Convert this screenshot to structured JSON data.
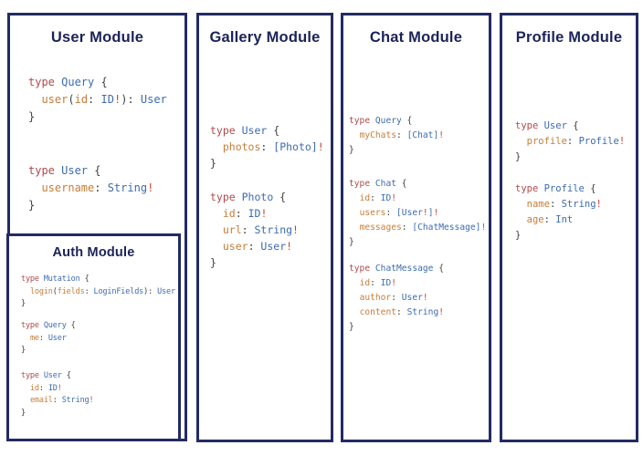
{
  "colors": {
    "border_navy": "#232b63",
    "title_navy": "#1b2358",
    "keyword_red": "#b04a4e",
    "type_blue": "#3c6bb0",
    "field_orange": "#c67d39",
    "bang_red": "#c94434",
    "punct_gray": "#3f3f3f",
    "background": "#ffffff"
  },
  "panels": [
    {
      "title": "User Module",
      "blocks": [
        [
          [
            [
              "k",
              "type "
            ],
            [
              "t",
              "Query "
            ],
            [
              "p",
              "{"
            ]
          ],
          [
            [
              "p",
              "  "
            ],
            [
              "f",
              "user"
            ],
            [
              "p",
              "("
            ],
            [
              "f",
              "id"
            ],
            [
              "p",
              ": "
            ],
            [
              "t",
              "ID"
            ],
            [
              "b",
              "!"
            ],
            [
              "p",
              "): "
            ],
            [
              "t",
              "User"
            ]
          ],
          [
            [
              "p",
              "}"
            ]
          ]
        ],
        [
          [
            [
              "k",
              "type "
            ],
            [
              "t",
              "User "
            ],
            [
              "p",
              "{"
            ]
          ],
          [
            [
              "p",
              "  "
            ],
            [
              "f",
              "username"
            ],
            [
              "p",
              ": "
            ],
            [
              "t",
              "String"
            ],
            [
              "b",
              "!"
            ]
          ],
          [
            [
              "p",
              "}"
            ]
          ]
        ]
      ]
    },
    {
      "title": "Gallery Module",
      "blocks": [
        [
          [
            [
              "k",
              "type "
            ],
            [
              "t",
              "User "
            ],
            [
              "p",
              "{"
            ]
          ],
          [
            [
              "p",
              "  "
            ],
            [
              "f",
              "photos"
            ],
            [
              "p",
              ": "
            ],
            [
              "t",
              "[Photo]"
            ],
            [
              "b",
              "!"
            ]
          ],
          [
            [
              "p",
              "}"
            ]
          ]
        ],
        [
          [
            [
              "k",
              "type "
            ],
            [
              "t",
              "Photo "
            ],
            [
              "p",
              "{"
            ]
          ],
          [
            [
              "p",
              "  "
            ],
            [
              "f",
              "id"
            ],
            [
              "p",
              ": "
            ],
            [
              "t",
              "ID"
            ],
            [
              "b",
              "!"
            ]
          ],
          [
            [
              "p",
              "  "
            ],
            [
              "f",
              "url"
            ],
            [
              "p",
              ": "
            ],
            [
              "t",
              "String"
            ],
            [
              "b",
              "!"
            ]
          ],
          [
            [
              "p",
              "  "
            ],
            [
              "f",
              "user"
            ],
            [
              "p",
              ": "
            ],
            [
              "t",
              "User"
            ],
            [
              "b",
              "!"
            ]
          ],
          [
            [
              "p",
              "}"
            ]
          ]
        ]
      ]
    },
    {
      "title": "Chat Module",
      "blocks": [
        [
          [
            [
              "k",
              "type "
            ],
            [
              "t",
              "Query "
            ],
            [
              "p",
              "{"
            ]
          ],
          [
            [
              "p",
              "  "
            ],
            [
              "f",
              "myChats"
            ],
            [
              "p",
              ": "
            ],
            [
              "t",
              "[Chat]"
            ],
            [
              "b",
              "!"
            ]
          ],
          [
            [
              "p",
              "}"
            ]
          ]
        ],
        [
          [
            [
              "k",
              "type "
            ],
            [
              "t",
              "Chat "
            ],
            [
              "p",
              "{"
            ]
          ],
          [
            [
              "p",
              "  "
            ],
            [
              "f",
              "id"
            ],
            [
              "p",
              ": "
            ],
            [
              "t",
              "ID"
            ],
            [
              "b",
              "!"
            ]
          ],
          [
            [
              "p",
              "  "
            ],
            [
              "f",
              "users"
            ],
            [
              "p",
              ": "
            ],
            [
              "t",
              "[User"
            ],
            [
              "b",
              "!"
            ],
            [
              "t",
              "]"
            ],
            [
              "b",
              "!"
            ]
          ],
          [
            [
              "p",
              "  "
            ],
            [
              "f",
              "messages"
            ],
            [
              "p",
              ": "
            ],
            [
              "t",
              "[ChatMessage]"
            ],
            [
              "b",
              "!"
            ]
          ],
          [
            [
              "p",
              "}"
            ]
          ]
        ],
        [
          [
            [
              "k",
              "type "
            ],
            [
              "t",
              "ChatMessage "
            ],
            [
              "p",
              "{"
            ]
          ],
          [
            [
              "p",
              "  "
            ],
            [
              "f",
              "id"
            ],
            [
              "p",
              ": "
            ],
            [
              "t",
              "ID"
            ],
            [
              "b",
              "!"
            ]
          ],
          [
            [
              "p",
              "  "
            ],
            [
              "f",
              "author"
            ],
            [
              "p",
              ": "
            ],
            [
              "t",
              "User"
            ],
            [
              "b",
              "!"
            ]
          ],
          [
            [
              "p",
              "  "
            ],
            [
              "f",
              "content"
            ],
            [
              "p",
              ": "
            ],
            [
              "t",
              "String"
            ],
            [
              "b",
              "!"
            ]
          ],
          [
            [
              "p",
              "}"
            ]
          ]
        ]
      ]
    },
    {
      "title": "Profile Module",
      "blocks": [
        [
          [
            [
              "k",
              "type "
            ],
            [
              "t",
              "User "
            ],
            [
              "p",
              "{"
            ]
          ],
          [
            [
              "p",
              "  "
            ],
            [
              "f",
              "profile"
            ],
            [
              "p",
              ": "
            ],
            [
              "t",
              "Profile"
            ],
            [
              "b",
              "!"
            ]
          ],
          [
            [
              "p",
              "}"
            ]
          ]
        ],
        [
          [
            [
              "k",
              "type "
            ],
            [
              "t",
              "Profile "
            ],
            [
              "p",
              "{"
            ]
          ],
          [
            [
              "p",
              "  "
            ],
            [
              "f",
              "name"
            ],
            [
              "p",
              ": "
            ],
            [
              "t",
              "String"
            ],
            [
              "b",
              "!"
            ]
          ],
          [
            [
              "p",
              "  "
            ],
            [
              "f",
              "age"
            ],
            [
              "p",
              ": "
            ],
            [
              "t",
              "Int"
            ]
          ],
          [
            [
              "p",
              "}"
            ]
          ]
        ]
      ]
    },
    {
      "title": "Auth Module",
      "blocks": [
        [
          [
            [
              "k",
              "type "
            ],
            [
              "t",
              "Mutation "
            ],
            [
              "p",
              "{"
            ]
          ],
          [
            [
              "p",
              "  "
            ],
            [
              "f",
              "login"
            ],
            [
              "p",
              "("
            ],
            [
              "f",
              "fields"
            ],
            [
              "p",
              ": "
            ],
            [
              "t",
              "LoginFields"
            ],
            [
              "p",
              "): "
            ],
            [
              "t",
              "User"
            ]
          ],
          [
            [
              "p",
              "}"
            ]
          ]
        ],
        [
          [
            [
              "k",
              "type "
            ],
            [
              "t",
              "Query "
            ],
            [
              "p",
              "{"
            ]
          ],
          [
            [
              "p",
              "  "
            ],
            [
              "f",
              "me"
            ],
            [
              "p",
              ": "
            ],
            [
              "t",
              "User"
            ]
          ],
          [
            [
              "p",
              "}"
            ]
          ]
        ],
        [
          [
            [
              "k",
              "type "
            ],
            [
              "t",
              "User "
            ],
            [
              "p",
              "{"
            ]
          ],
          [
            [
              "p",
              "  "
            ],
            [
              "f",
              "id"
            ],
            [
              "p",
              ": "
            ],
            [
              "t",
              "ID"
            ],
            [
              "b",
              "!"
            ]
          ],
          [
            [
              "p",
              "  "
            ],
            [
              "f",
              "email"
            ],
            [
              "p",
              ": "
            ],
            [
              "t",
              "String"
            ],
            [
              "b",
              "!"
            ]
          ],
          [
            [
              "p",
              "}"
            ]
          ]
        ]
      ]
    }
  ]
}
